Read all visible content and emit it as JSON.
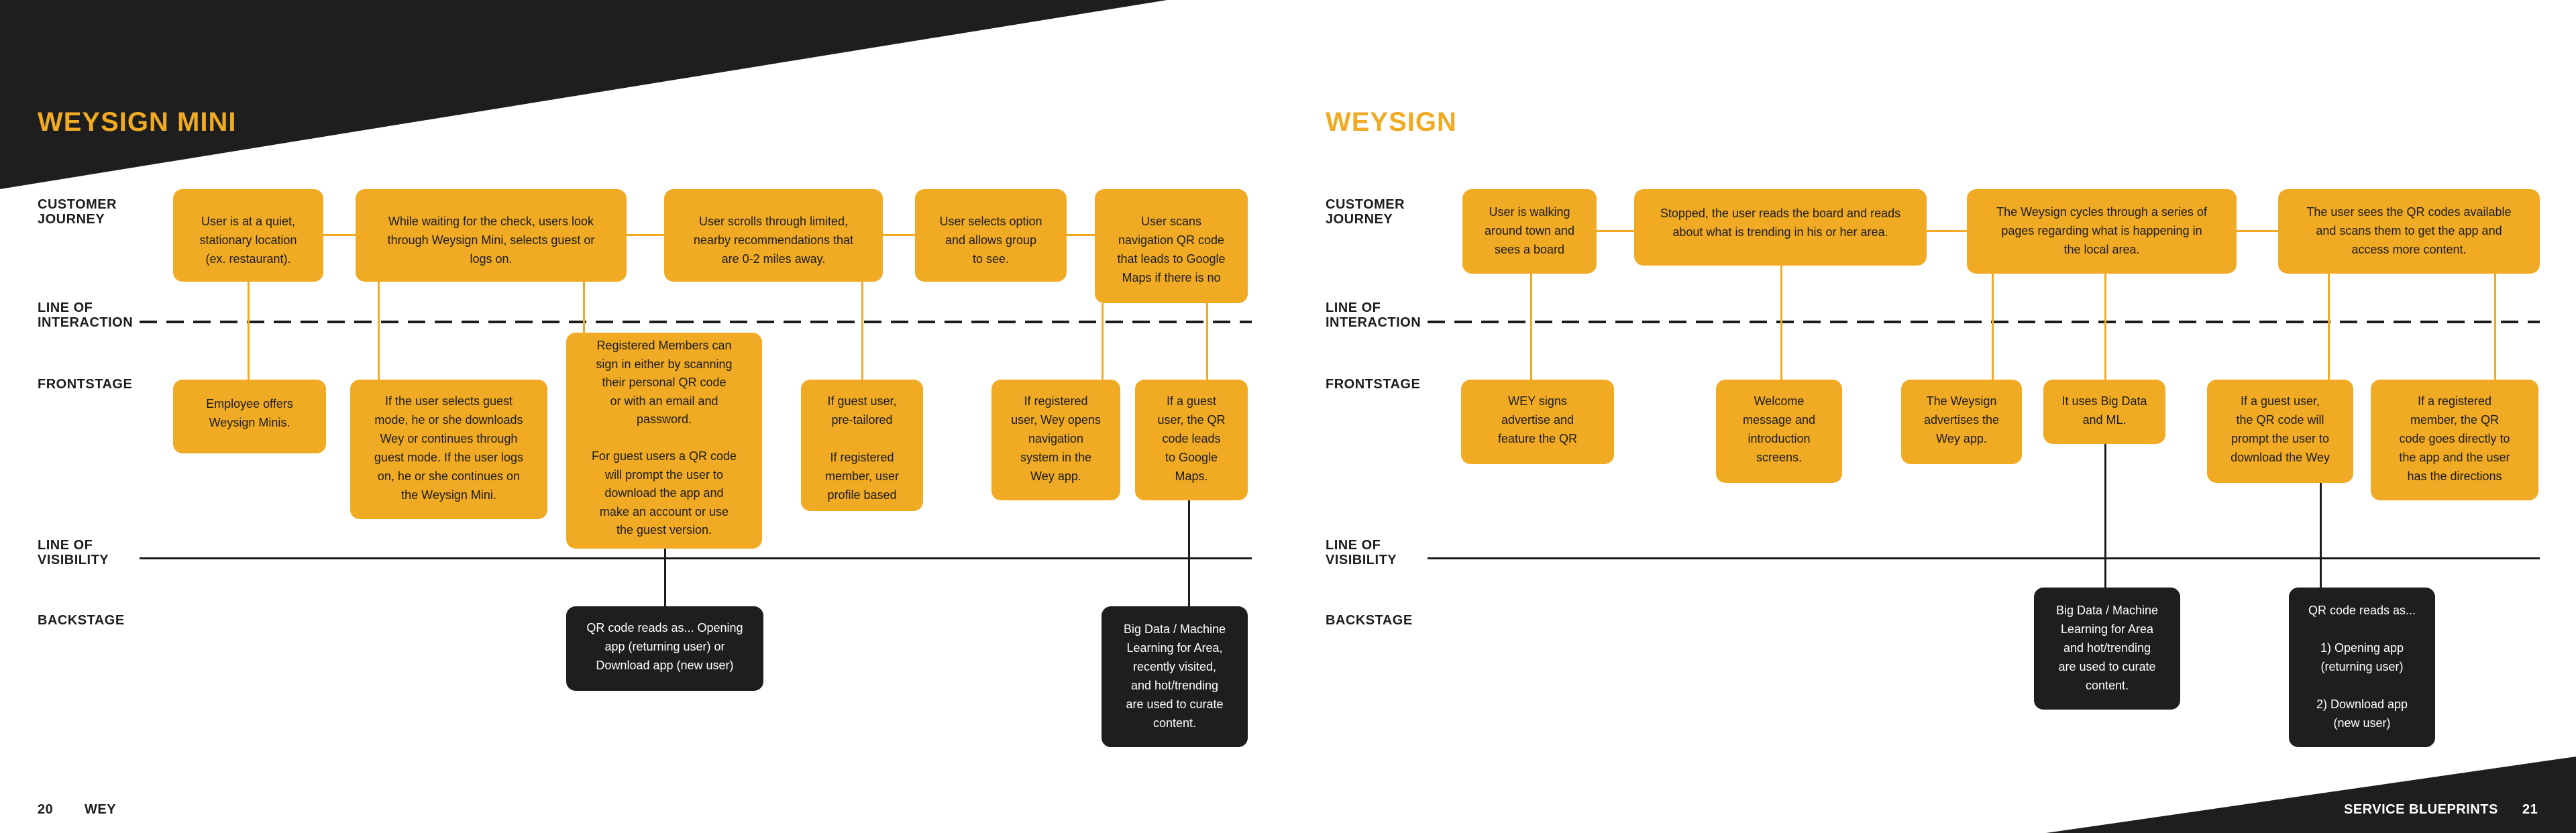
{
  "colors": {
    "accent": "#F0AA23",
    "dark": "#1e1e1e"
  },
  "left": {
    "title": "WEYSIGN MINI",
    "labels": {
      "customer_journey": "CUSTOMER\nJOURNEY",
      "line_of_interaction": "LINE OF\nINTERACTION",
      "frontstage": "FRONTSTAGE",
      "line_of_visibility": "LINE OF\nVISIBILITY",
      "backstage": "BACKSTAGE"
    },
    "journey": [
      "User is at a quiet,\nstationary location\n(ex. restaurant).",
      "While waiting for the check, users look\nthrough Weysign Mini, selects guest or\nlogs on.",
      "User scrolls through limited,\nnearby recommendations that\nare 0-2 miles away.",
      "User selects option\nand allows group\nto see.",
      "User scans\nnavigation QR code\nthat leads to Google\nMaps if there is no"
    ],
    "frontstage": [
      "Employee offers\nWeysign Minis.",
      "If the user selects guest\nmode, he or she downloads\nWey or continues through\nguest mode. If the user logs\non, he or she continues on\nthe Weysign Mini.",
      "Registered Members can\nsign in either by scanning\ntheir personal QR code\nor with an email and\npassword.\n\nFor guest users a QR code\nwill prompt the user to\ndownload the app and\nmake an account or use\nthe guest version.",
      "If guest user,\npre-tailored\n\nIf registered\nmember, user\nprofile based",
      "If registered\nuser, Wey opens\nnavigation\nsystem in the\nWey app.",
      "If a guest\nuser, the QR\ncode leads\nto Google\nMaps."
    ],
    "backstage": [
      "QR code reads as... Opening\napp (returning user) or\nDownload app (new user)",
      "Big Data / Machine\nLearning for Area,\nrecently visited,\nand hot/trending\nare used to curate\ncontent."
    ],
    "page_number": "20",
    "brand": "WEY"
  },
  "right": {
    "title": "WEYSIGN",
    "labels": {
      "customer_journey": "CUSTOMER\nJOURNEY",
      "line_of_interaction": "LINE OF\nINTERACTION",
      "frontstage": "FRONTSTAGE",
      "line_of_visibility": "LINE OF\nVISIBILITY",
      "backstage": "BACKSTAGE"
    },
    "journey": [
      "User is walking\naround town and\nsees a board",
      "Stopped, the user reads the board and reads\nabout what is trending in his or her area.",
      "The Weysign cycles through a series of\npages regarding what is happening in\nthe local area.",
      "The user sees the QR codes available\nand scans them to get the app and\naccess more content."
    ],
    "frontstage": [
      "WEY signs\nadvertise and\nfeature the QR",
      "Welcome\nmessage and\nintroduction\nscreens.",
      "The Weysign\nadvertises the\nWey app.",
      "It uses Big Data\nand ML.",
      "If a guest user,\nthe QR code will\nprompt the user to\ndownload the Wey",
      "If a registered\nmember, the QR\ncode goes directly to\nthe app and the user\nhas the directions"
    ],
    "backstage": [
      "Big Data / Machine\nLearning for Area\nand hot/trending\nare used to curate\ncontent.",
      "QR code reads as...\n\n1) Opening app\n(returning user)\n\n2) Download app\n(new user)"
    ],
    "section": "SERVICE BLUEPRINTS",
    "page_number": "21"
  }
}
